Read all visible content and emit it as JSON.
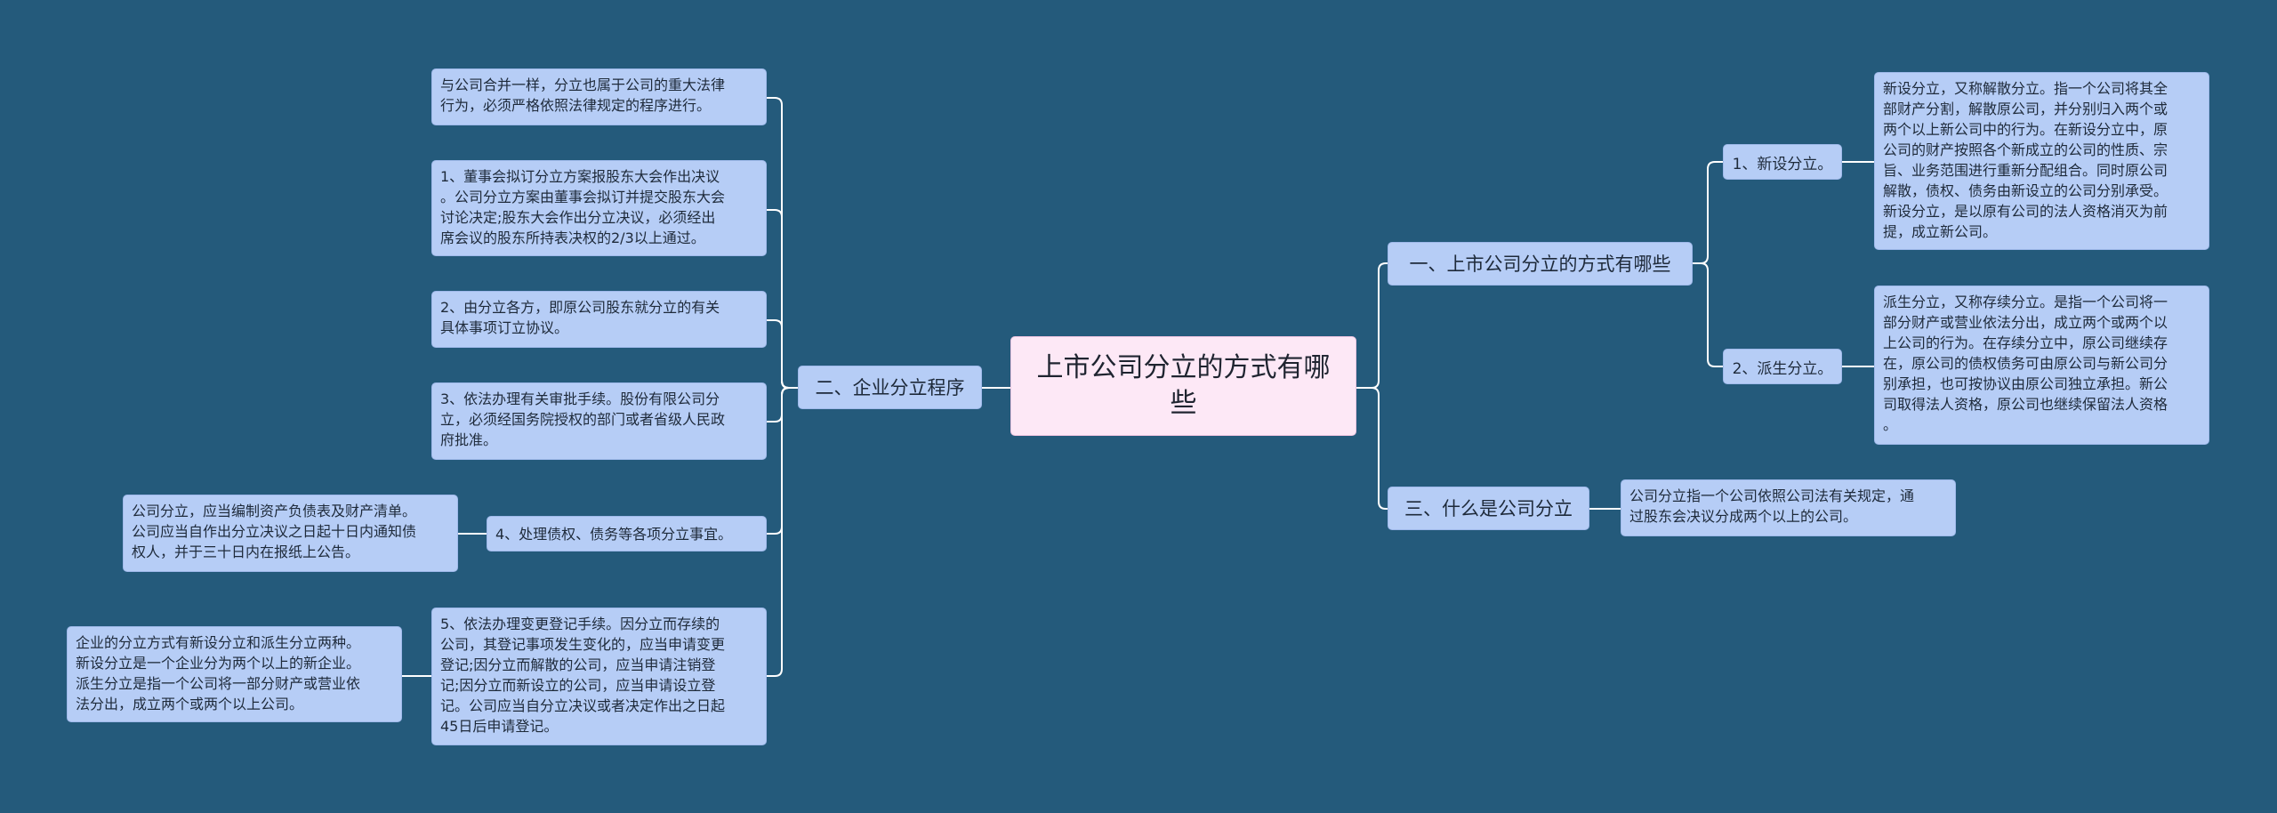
{
  "colors": {
    "background": "#245a7b",
    "node_fill": "#b6cdf6",
    "root_fill": "#fde8f6",
    "connector": "#ffffff"
  },
  "root": {
    "label": "上市公司分立的方式有哪些"
  },
  "right": {
    "methods": {
      "label": "一、上市公司分立的方式有哪些",
      "new_split": {
        "label": "1、新设分立。",
        "detail": "新设分立，又称解散分立。指一个公司将其全\n部财产分割，解散原公司，并分别归入两个或\n两个以上新公司中的行为。在新设分立中，原\n公司的财产按照各个新成立的公司的性质、宗\n旨、业务范围进行重新分配组合。同时原公司\n解散，债权、债务由新设立的公司分别承受。\n新设分立，是以原有公司的法人资格消灭为前\n提，成立新公司。"
      },
      "derived_split": {
        "label": "2、派生分立。",
        "detail": "派生分立，又称存续分立。是指一个公司将一\n部分财产或营业依法分出，成立两个或两个以\n上公司的行为。在存续分立中，原公司继续存\n在，原公司的债权债务可由原公司与新公司分\n别承担，也可按协议由原公司独立承担。新公\n司取得法人资格，原公司也继续保留法人资格\n。"
      }
    },
    "definition": {
      "label": "三、什么是公司分立",
      "detail": "公司分立指一个公司依照公司法有关规定，通\n过股东会决议分成两个以上的公司。"
    }
  },
  "left": {
    "procedure": {
      "label": "二、企业分立程序",
      "items": [
        {
          "text": "与公司合并一样，分立也属于公司的重大法律\n行为，必须严格依照法律规定的程序进行。"
        },
        {
          "text": "1、董事会拟订分立方案报股东大会作出决议\n。公司分立方案由董事会拟订并提交股东大会\n讨论决定;股东大会作出分立决议，必须经出\n席会议的股东所持表决权的2/3以上通过。"
        },
        {
          "text": "2、由分立各方，即原公司股东就分立的有关\n具体事项订立协议。"
        },
        {
          "text": "3、依法办理有关审批手续。股份有限公司分\n立，必须经国务院授权的部门或者省级人民政\n府批准。"
        },
        {
          "text": "4、处理债权、债务等各项分立事宜。",
          "detail": "公司分立，应当编制资产负债表及财产清单。\n公司应当自作出分立决议之日起十日内通知债\n权人，并于三十日内在报纸上公告。"
        },
        {
          "text": "5、依法办理变更登记手续。因分立而存续的\n公司，其登记事项发生变化的，应当申请变更\n登记;因分立而解散的公司，应当申请注销登\n记;因分立而新设立的公司，应当申请设立登\n记。公司应当自分立决议或者决定作出之日起\n45日后申请登记。",
          "detail": "企业的分立方式有新设分立和派生分立两种。\n新设分立是一个企业分为两个以上的新企业。\n派生分立是指一个公司将一部分财产或营业依\n法分出，成立两个或两个以上公司。"
        }
      ]
    }
  }
}
